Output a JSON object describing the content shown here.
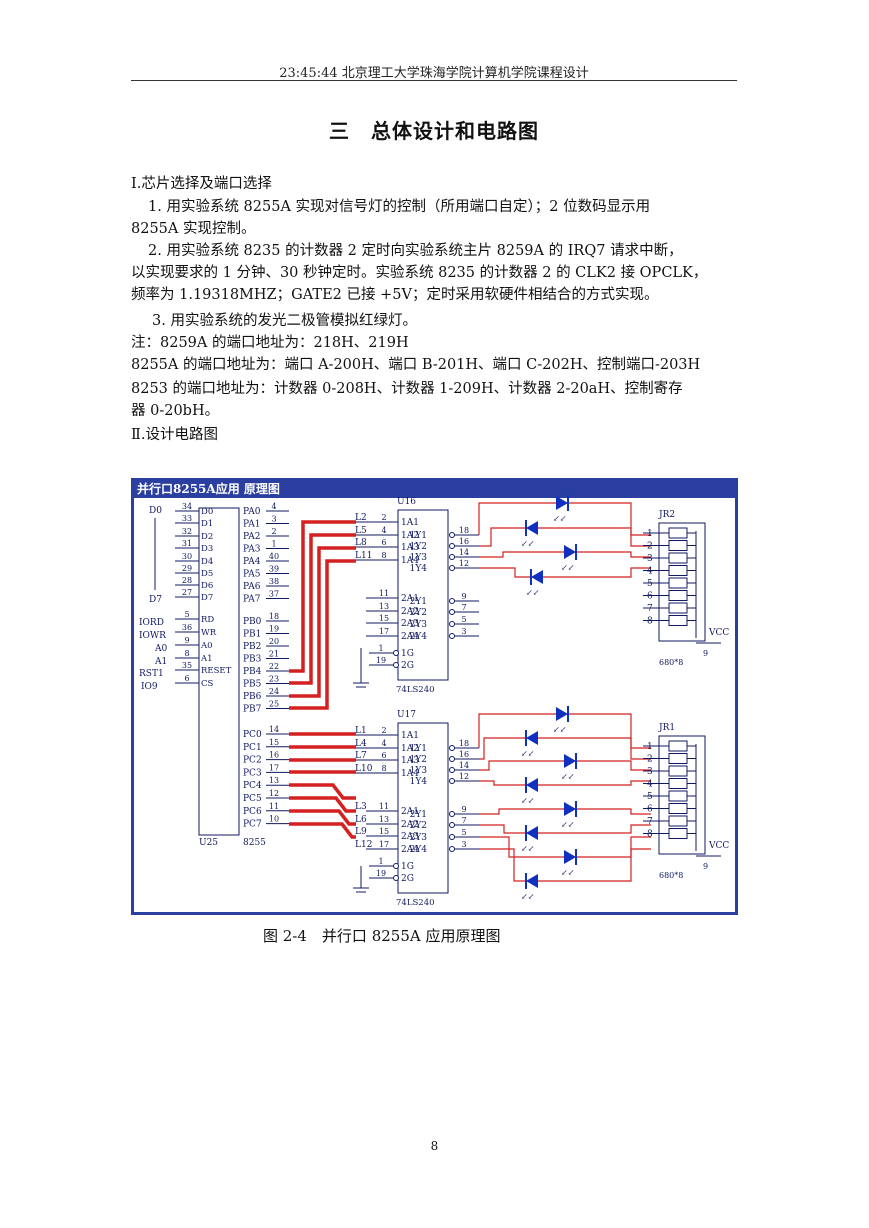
{
  "header": {
    "text": "23:45:44 北京理工大学珠海学院计算机学院课程设计"
  },
  "title": "三　总体设计和电路图",
  "body": {
    "section1": "Ⅰ.芯片选择及端口选择",
    "p1_line1": "1. 用实验系统 8255A 实现对信号灯的控制（所用端口自定）；2 位数码显示用",
    "p1_line2": "8255A 实现控制。",
    "p2_line1": "2. 用实验系统 8235 的计数器 2 定时向实验系统主片 8259A 的 IRQ7 请求中断，",
    "p2_line2": "以实现要求的 1 分钟、30 秒钟定时。实验系统 8235 的计数器 2 的 CLK2 接 OPCLK，",
    "p2_line3": "频率为 1.19318MHZ；GATE2 已接 +5V；定时采用软硬件相结合的方式实现。",
    "p3": "3. 用实验系统的发光二极管模拟红绿灯。",
    "note": "注：8259A 的端口地址为：218H、219H",
    "addr_8255": "8255A 的端口地址为：端口 A-200H、端口 B-201H、端口 C-202H、控制端口-203H",
    "addr_8253_line1": "8253 的端口地址为：计数器 0-208H、计数器 1-209H、计数器 2-20aH、控制寄存",
    "addr_8253_line2": "器 0-20bH。",
    "section2": "Ⅱ.设计电路图"
  },
  "figure": {
    "title": "并行口8255A应用  原理图",
    "u25": {
      "left_labels": [
        "D0",
        "D7",
        "IORD",
        "IOWR",
        "A0",
        "A1",
        "RST1",
        "IO9"
      ],
      "left_pins": [
        "34",
        "33",
        "32",
        "31",
        "30",
        "29",
        "28",
        "27",
        "5",
        "36",
        "9",
        "8",
        "35",
        "6"
      ],
      "inner_left": [
        "D0",
        "D1",
        "D2",
        "D3",
        "D4",
        "D5",
        "D6",
        "D7",
        "RD",
        "WR",
        "A0",
        "A1",
        "RESET",
        "CS"
      ],
      "porta": [
        "PA0",
        "PA1",
        "PA2",
        "PA3",
        "PA4",
        "PA5",
        "PA6",
        "PA7"
      ],
      "porta_pins": [
        "4",
        "3",
        "2",
        "1",
        "40",
        "39",
        "38",
        "37"
      ],
      "portb": [
        "PB0",
        "PB1",
        "PB2",
        "PB3",
        "PB4",
        "PB5",
        "PB6",
        "PB7"
      ],
      "portb_pins": [
        "18",
        "19",
        "20",
        "21",
        "22",
        "23",
        "24",
        "25"
      ],
      "portc": [
        "PC0",
        "PC1",
        "PC2",
        "PC3",
        "PC4",
        "PC5",
        "PC6",
        "PC7"
      ],
      "portc_pins": [
        "14",
        "15",
        "16",
        "17",
        "13",
        "12",
        "11",
        "10"
      ],
      "name": "U25",
      "part": "8255"
    },
    "u16": {
      "name": "U16",
      "part": "74LS240",
      "lines": [
        "L2",
        "L5",
        "L8",
        "L11"
      ],
      "line_pins": [
        "2",
        "4",
        "6",
        "8"
      ],
      "inputs_a": [
        "1A1",
        "1A2",
        "1A3",
        "1A4"
      ],
      "inputs_b": [
        "2A1",
        "2A2",
        "2A3",
        "2A4"
      ],
      "inputs_b_pins": [
        "11",
        "13",
        "15",
        "17"
      ],
      "outputs_1": [
        "1Y1",
        "1Y2",
        "1Y3",
        "1Y4"
      ],
      "outputs_1_pins": [
        "18",
        "16",
        "14",
        "12"
      ],
      "outputs_2": [
        "2Y1",
        "2Y2",
        "2Y3",
        "2Y4"
      ],
      "outputs_2_pins": [
        "9",
        "7",
        "5",
        "3"
      ],
      "gate_pins": [
        "1",
        "19"
      ],
      "gates": [
        "1G",
        "2G"
      ]
    },
    "u17": {
      "name": "U17",
      "part": "74LS240",
      "lines_a": [
        "L1",
        "L4",
        "L7",
        "L10"
      ],
      "lines_a_pins": [
        "2",
        "4",
        "6",
        "8"
      ],
      "lines_b": [
        "L3",
        "L6",
        "L9",
        "L12"
      ],
      "lines_b_pins": [
        "11",
        "13",
        "15",
        "17"
      ],
      "inputs_a": [
        "1A1",
        "1A2",
        "1A3",
        "1A4"
      ],
      "inputs_b": [
        "2A1",
        "2A2",
        "2A3",
        "2A4"
      ],
      "outputs_1": [
        "1Y1",
        "1Y2",
        "1Y3",
        "1Y4"
      ],
      "outputs_1_pins": [
        "18",
        "16",
        "14",
        "12"
      ],
      "outputs_2": [
        "2Y1",
        "2Y2",
        "2Y3",
        "2Y4"
      ],
      "outputs_2_pins": [
        "9",
        "7",
        "5",
        "3"
      ],
      "gate_pins": [
        "1",
        "19"
      ],
      "gates": [
        "1G",
        "2G"
      ]
    },
    "jr2": {
      "name": "JR2",
      "pins": [
        "1",
        "2",
        "3",
        "4",
        "5",
        "6",
        "7",
        "8"
      ],
      "vcc": "VCC",
      "vcc_pin": "9",
      "part": "680*8"
    },
    "jr1": {
      "name": "JR1",
      "pins": [
        "1",
        "2",
        "3",
        "4",
        "5",
        "6",
        "7",
        "8"
      ],
      "vcc": "VCC",
      "vcc_pin": "9",
      "part": "680*8"
    },
    "colors": {
      "frame": "#2b3fa0",
      "canvas": "#ffffff",
      "wire_red": "#d42020",
      "led_blue": "#1030c0",
      "ink": "#101a60"
    }
  },
  "caption": "图 2-4　并行口 8255A 应用原理图",
  "page_number": "8"
}
